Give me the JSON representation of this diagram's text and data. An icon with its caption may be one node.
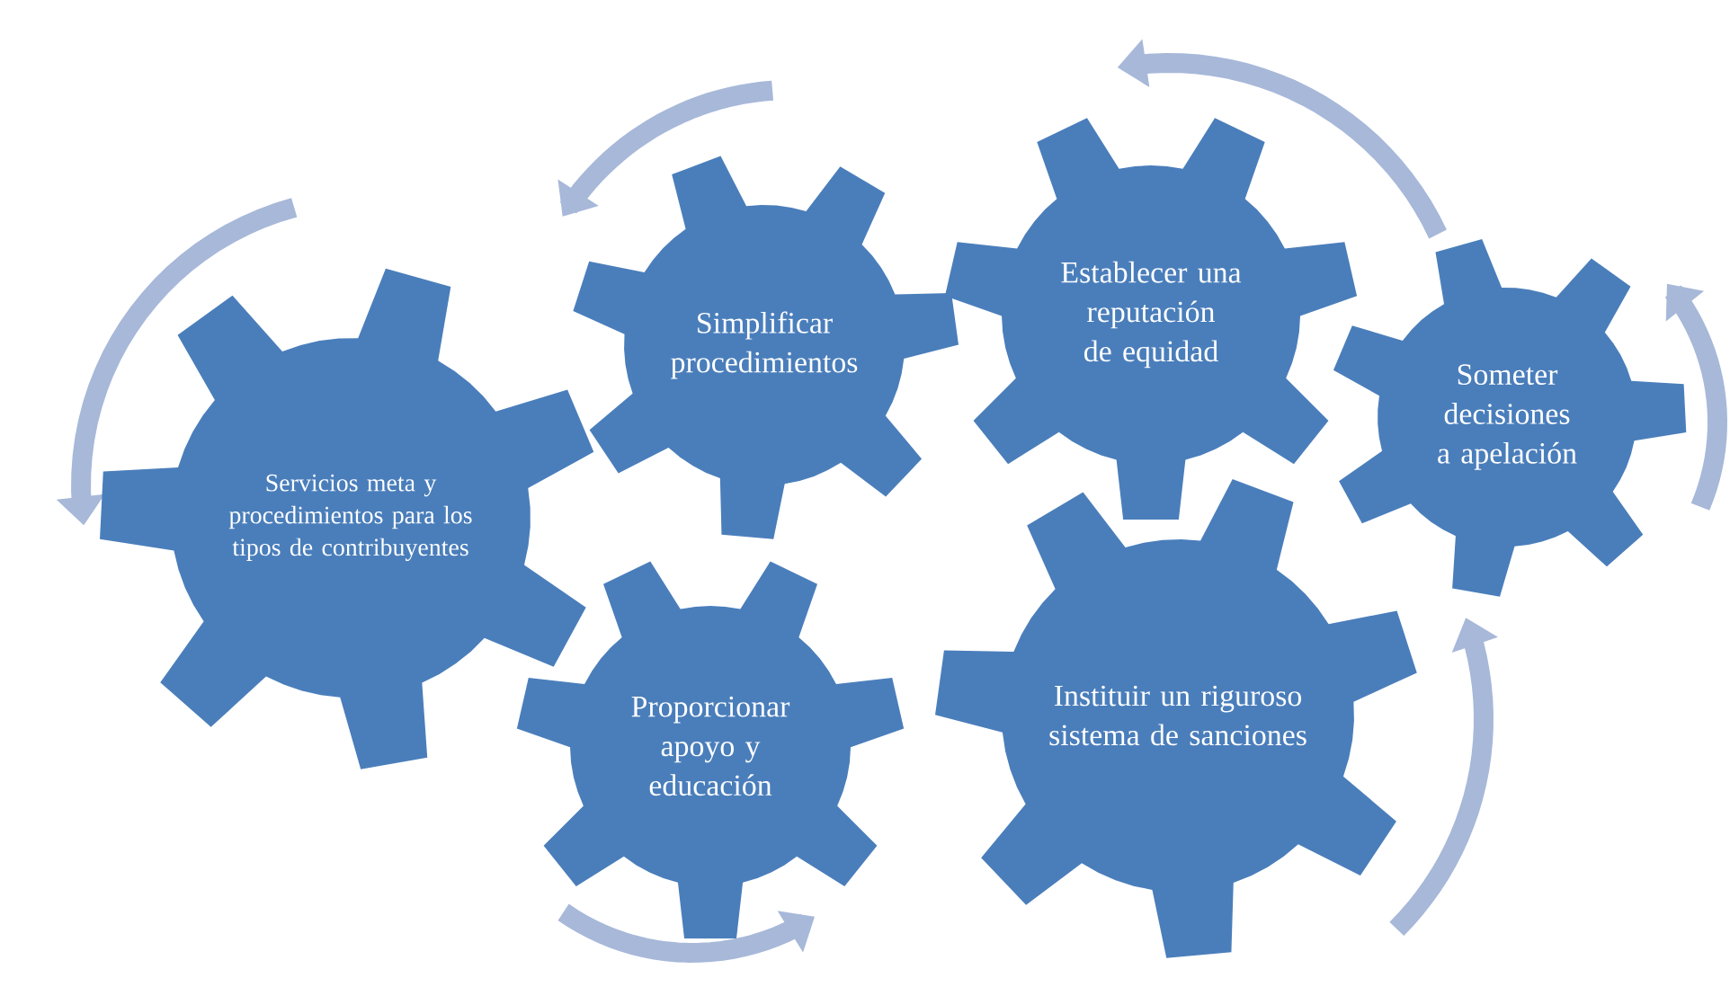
{
  "diagram": {
    "nodes": [
      {
        "text": [
          "Servicios  meta y procedimientos para los tipos de contribuyentes"
        ]
      },
      {
        "text": [
          "Simplificar procedimientos"
        ]
      },
      {
        "text": [
          "Establecer una reputación de equidad"
        ]
      },
      {
        "text": [
          "Someter decisiones a apelación"
        ]
      },
      {
        "text": [
          "Proporcionar apoyo y educación"
        ]
      },
      {
        "text": [
          "Instituir un riguroso sistema de sanciones"
        ]
      }
    ]
  }
}
